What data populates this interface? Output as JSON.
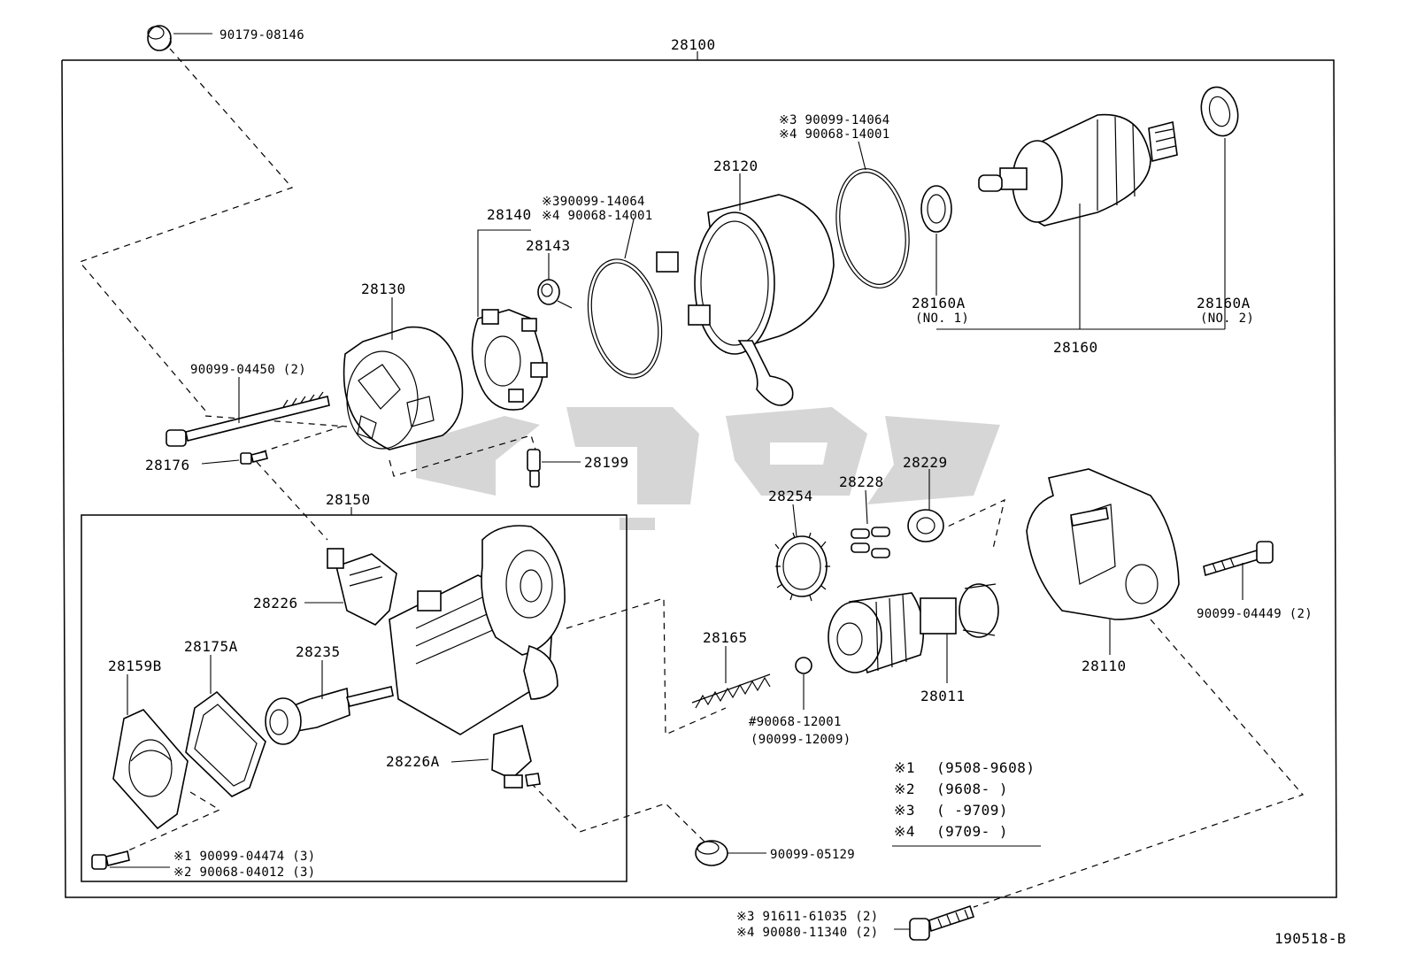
{
  "diagram": {
    "assembly_number": "28100",
    "sub_assembly_number": "28150",
    "figure_code": "190518-B",
    "parts": {
      "p90179_08146": "90179-08146",
      "p28120": "28120",
      "p28140": "28140",
      "p28143": "28143",
      "p28130": "28130",
      "p28160A_1": "28160A",
      "p28160A_1_note": "(NO. 1)",
      "p28160A_2": "28160A",
      "p28160A_2_note": "(NO. 2)",
      "p28160": "28160",
      "p90099_04450": "90099-04450 (2)",
      "p28176": "28176",
      "p28199": "28199",
      "p28254": "28254",
      "p28228": "28228",
      "p28229": "28229",
      "p28226": "28226",
      "p28175A": "28175A",
      "p28159B": "28159B",
      "p28235": "28235",
      "p28226A": "28226A",
      "p28165": "28165",
      "p90068_12001": "#90068-12001",
      "p90099_12009": "(90099-12009)",
      "p28011": "28011",
      "p28110": "28110",
      "p90099_04449": "90099-04449 (2)",
      "p90099_05129": "90099-05129"
    },
    "marked": {
      "top_right_3": "※3 90099-14064",
      "top_right_4": "※4 90068-14001",
      "mid_3": "※390099-14064",
      "mid_4": "※4 90068-14001",
      "bolt_1": "※1  90099-04474 (3)",
      "bolt_2": "※2  90068-04012 (3)",
      "bottom_3": "※3  91611-61035 (2)",
      "bottom_4": "※4  90080-11340 (2)"
    },
    "legend": [
      {
        "mark": "※1",
        "range": "(9508-9608)"
      },
      {
        "mark": "※2",
        "range": "(9608-     )"
      },
      {
        "mark": "※3",
        "range": "(     -9709)"
      },
      {
        "mark": "※4",
        "range": "(9709-     )"
      }
    ]
  }
}
